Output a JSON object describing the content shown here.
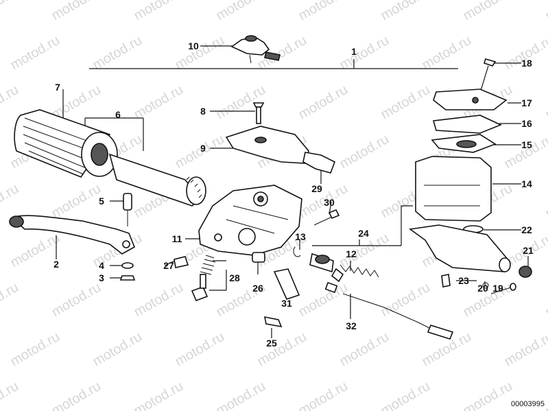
{
  "watermark": "motod.ru",
  "drawing_code": "00003995",
  "callouts": [
    "1",
    "2",
    "3",
    "4",
    "5",
    "6",
    "7",
    "8",
    "9",
    "10",
    "11",
    "12",
    "13",
    "14",
    "15",
    "16",
    "17",
    "18",
    "19",
    "20",
    "21",
    "22",
    "23",
    "24",
    "25",
    "26",
    "27",
    "28",
    "29",
    "30",
    "31",
    "32"
  ]
}
